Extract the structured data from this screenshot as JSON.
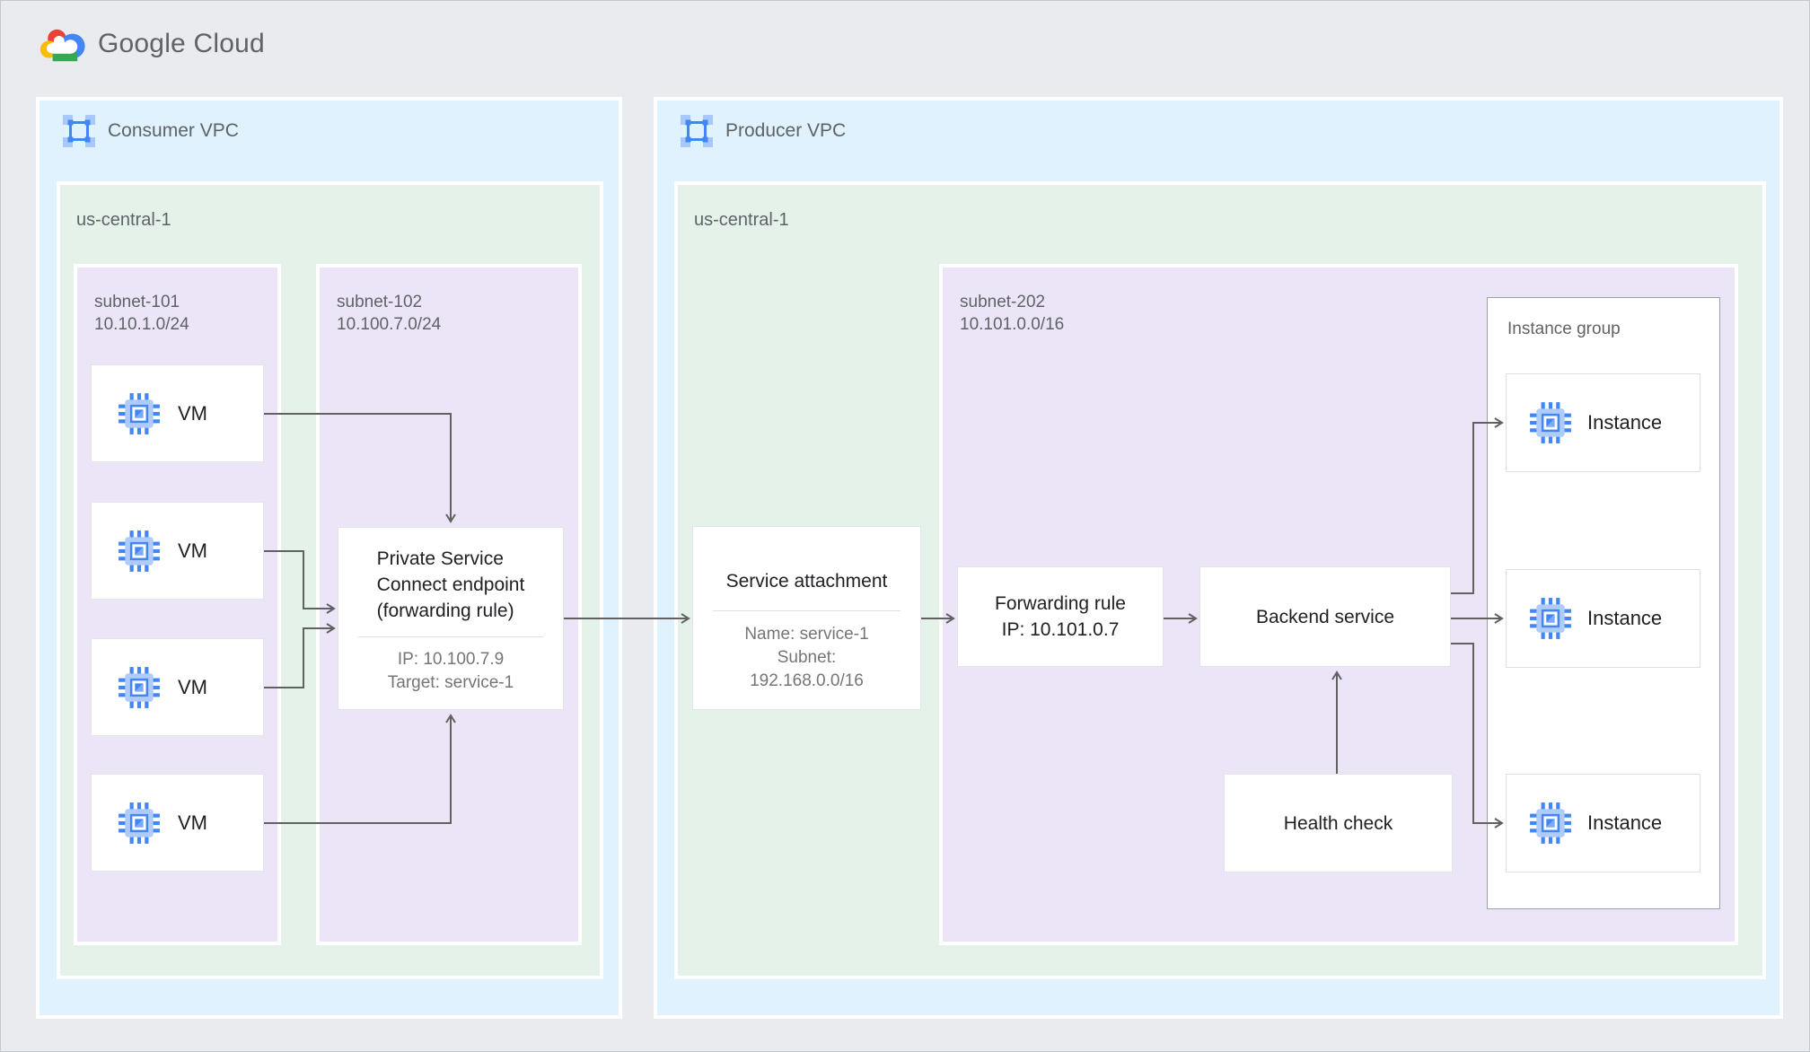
{
  "brand": {
    "google": "Google",
    "cloud": "Cloud"
  },
  "consumer_vpc": {
    "title": "Consumer VPC",
    "region_name": "us-central-1",
    "subnet_101": {
      "name": "subnet-101",
      "cidr": "10.10.1.0/24"
    },
    "subnet_102": {
      "name": "subnet-102",
      "cidr": "10.100.7.0/24"
    },
    "vms": [
      "VM",
      "VM",
      "VM",
      "VM"
    ],
    "psc_endpoint": {
      "title_line1": "Private Service",
      "title_line2": "Connect endpoint",
      "title_line3": "(forwarding rule)",
      "ip": "IP: 10.100.7.9",
      "target": "Target: service-1"
    }
  },
  "producer_vpc": {
    "title": "Producer VPC",
    "region_name": "us-central-1",
    "subnet_202": {
      "name": "subnet-202",
      "cidr": "10.101.0.0/16"
    },
    "service_attachment": {
      "title": "Service attachment",
      "name": "Name: service-1",
      "subnet_label": "Subnet:",
      "subnet_cidr": "192.168.0.0/16"
    },
    "forwarding_rule": {
      "title": "Forwarding rule",
      "ip": "IP: 10.101.0.7"
    },
    "backend_service": {
      "label": "Backend service"
    },
    "health_check": {
      "label": "Health check"
    },
    "instance_group": {
      "title": "Instance group",
      "instances": [
        "Instance",
        "Instance",
        "Instance"
      ]
    }
  },
  "icons": {
    "logo": "google-cloud-logo",
    "vpc": "vpc-network-icon",
    "vm": "compute-engine-icon",
    "instance": "compute-engine-icon"
  },
  "colors": {
    "page_bg": "#e9ebee",
    "vpc_bg": "#dff2fd",
    "region_bg": "#e4f2ea",
    "subnet_bg": "#ebe5f7",
    "node_bg": "#ffffff",
    "arrow": "#616161",
    "text_primary": "#202124",
    "text_secondary": "#5f6368",
    "text_muted": "#757575",
    "google_blue": "#4285f4",
    "google_red": "#ea4335",
    "google_yellow": "#fbbc04",
    "google_green": "#34a853"
  }
}
